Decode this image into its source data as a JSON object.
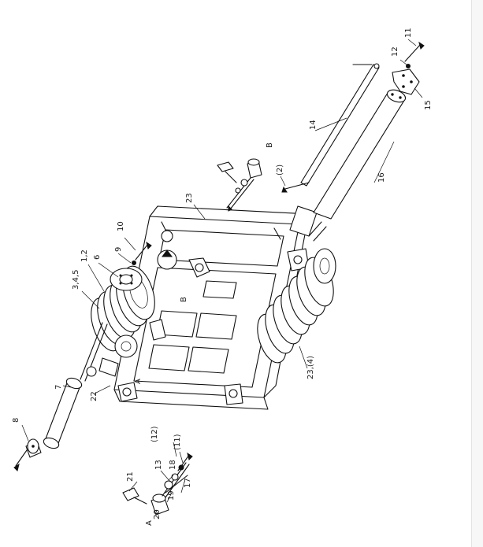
{
  "labels": {
    "l1": "1,2",
    "l2": "3,4,5",
    "l3": "6",
    "l4": "7",
    "l5": "8",
    "l6": "9",
    "l7": "10",
    "l8": "11",
    "l9": "12",
    "l10": "13",
    "l11": "14",
    "l12": "15",
    "l13": "16",
    "l14": "17",
    "l15": "18",
    "l16": "19",
    "l17": "20",
    "l18": "21",
    "l19": "22",
    "l20": "23",
    "l21": "23,(4)",
    "l22": "(2)",
    "l23": "(11)",
    "l24": "(12)",
    "l25": "A",
    "l26": "A",
    "l27": "B",
    "l28": "B"
  },
  "colors": {
    "line": "#111111",
    "paper": "#ffffff",
    "strip": "#f7f7f7"
  }
}
